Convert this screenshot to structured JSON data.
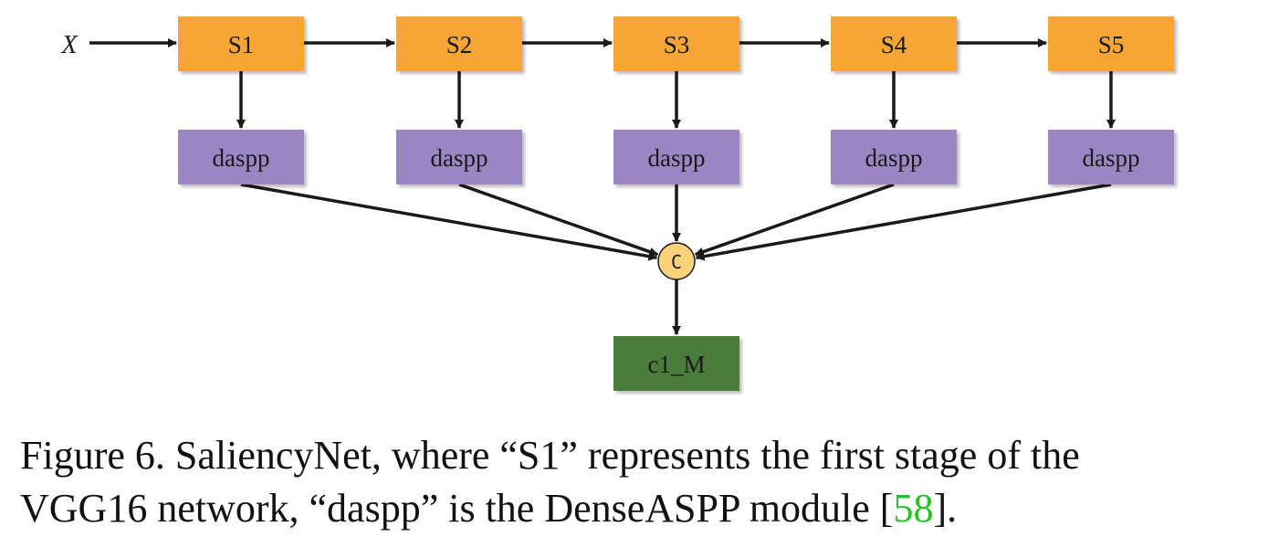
{
  "diagram": {
    "input_label": "X",
    "stages": [
      "S1",
      "S2",
      "S3",
      "S4",
      "S5"
    ],
    "modules": [
      "daspp",
      "daspp",
      "daspp",
      "daspp",
      "daspp"
    ],
    "concat_label": "C",
    "output_label": "c1_M"
  },
  "colors": {
    "stage_fill": "#f7a535",
    "module_fill": "#9b86c4",
    "concat_fill": "#fcd27a",
    "output_fill": "#4b7b3a",
    "arrow": "#1a1a1a",
    "reference_link": "#22c322"
  },
  "caption": {
    "line1": "Figure 6. SaliencyNet, where “S1” represents the first stage of the",
    "line2_prefix": "VGG16 network, “daspp” is the DenseASPP module [",
    "reference": "58",
    "line2_suffix": "]."
  }
}
